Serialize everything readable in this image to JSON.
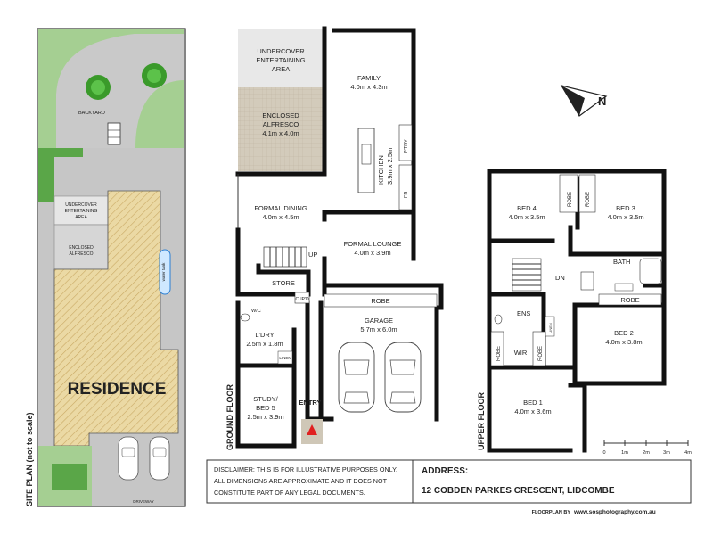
{
  "site_plan": {
    "title": "SITE PLAN (not to scale)",
    "backyard": "BACKYARD",
    "undercover": [
      "UNDERCOVER",
      "ENTERTAINING",
      "AREA"
    ],
    "enclosed": [
      "ENCLOSED",
      "ALFRESCO"
    ],
    "residence": "RESIDENCE",
    "water_tank": "water tank",
    "driveway": "DRIVEWAY"
  },
  "ground_floor": {
    "title": "GROUND FLOOR",
    "rooms": {
      "undercover": [
        "UNDERCOVER",
        "ENTERTAINING",
        "AREA"
      ],
      "enclosed_alfresco": {
        "name": [
          "ENCLOSED",
          "ALFRESCO"
        ],
        "dim": "4.1m x 4.0m"
      },
      "family": {
        "name": "FAMILY",
        "dim": "4.0m x 4.3m"
      },
      "kitchen": {
        "name": "KITCHEN",
        "dim": "3.9m x 2.5m"
      },
      "pantry": "P'TRY",
      "fridge": "FR",
      "formal_dining": {
        "name": "FORMAL DINING",
        "dim": "4.0m x 4.5m"
      },
      "formal_lounge": {
        "name": "FORMAL LOUNGE",
        "dim": "4.0m x 3.9m"
      },
      "up": "UP",
      "store": "STORE",
      "cup": "CUP'D",
      "wc": "W/C",
      "robe": "ROBE",
      "garage": {
        "name": "GARAGE",
        "dim": "5.7m x 6.0m"
      },
      "laundry": {
        "name": "L'DRY",
        "dim": "2.5m x 1.8m"
      },
      "linen": "LINEN",
      "study": {
        "name": [
          "STUDY/",
          "BED 5"
        ],
        "dim": "2.5m x 3.9m"
      },
      "entry": "ENTRY"
    }
  },
  "upper_floor": {
    "title": "UPPER FLOOR",
    "rooms": {
      "bed4": {
        "name": "BED 4",
        "dim": "4.0m x 3.5m"
      },
      "bed3": {
        "name": "BED 3",
        "dim": "4.0m x 3.5m"
      },
      "robe": "ROBE",
      "bath": "BATH",
      "dn": "DN",
      "ens": "ENS",
      "wir": "WIR",
      "linen": "LINEN",
      "bed2": {
        "name": "BED 2",
        "dim": "4.0m x 3.8m"
      },
      "bed1": {
        "name": "BED 1",
        "dim": "4.0m x 3.6m"
      }
    }
  },
  "scale": {
    "ticks": [
      "0",
      "1m",
      "2m",
      "3m",
      "4m"
    ]
  },
  "disclaimer": [
    "DISCLAIMER: THIS IS FOR ILLUSTRATIVE PURPOSES ONLY.",
    "ALL DIMENSIONS ARE APPROXIMATE AND IT DOES NOT",
    "CONSTITUTE PART OF ANY LEGAL DOCUMENTS."
  ],
  "address": {
    "label": "ADDRESS:",
    "value": "12 COBDEN PARKES CRESCENT, LIDCOMBE"
  },
  "credit": {
    "label": "FLOORPLAN BY",
    "url": "www.sosphotography.com.au"
  },
  "compass": "N",
  "colors": {
    "grass": "#9cc88a",
    "hatch": "#e8d49b",
    "pavement": "#c8c8c8",
    "alfresco": "#cfc7b7",
    "undercover": "#e6e6e6",
    "entry_arrow": "#e02020"
  }
}
